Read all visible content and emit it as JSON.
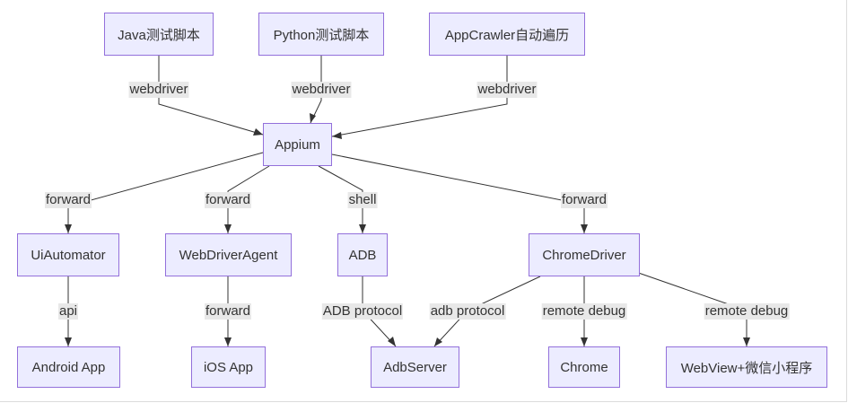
{
  "nodes": {
    "java": "Java测试脚本",
    "python": "Python测试脚本",
    "appcrawler": "AppCrawler自动遍历",
    "appium": "Appium",
    "uiautomator": "UiAutomator",
    "wda": "WebDriverAgent",
    "adb": "ADB",
    "chromedriver": "ChromeDriver",
    "android_app": "Android App",
    "ios_app": "iOS App",
    "adbserver": "AdbServer",
    "chrome": "Chrome",
    "webview": "WebView+微信小程序"
  },
  "edges": {
    "java_appium": "webdriver",
    "python_appium": "webdriver",
    "appcrawler_appium": "webdriver",
    "appium_uiautomator": "forward",
    "appium_wda": "forward",
    "appium_adb": "shell",
    "appium_chromedriver": "forward",
    "uiautomator_android": "api",
    "wda_ios": "forward",
    "adb_adbserver": "ADB protocol",
    "chromedriver_adbserver": "adb protocol",
    "chromedriver_chrome": "remote debug",
    "chromedriver_webview": "remote debug"
  }
}
